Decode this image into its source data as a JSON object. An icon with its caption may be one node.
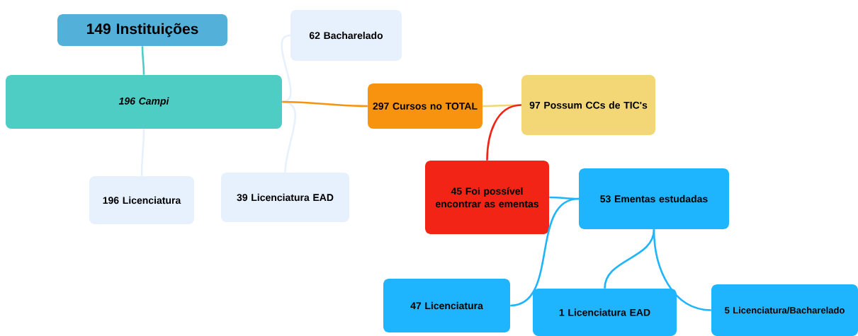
{
  "diagram": {
    "nodes": [
      {
        "text": [
          "149 Instituições"
        ]
      },
      {
        "text": [
          "196 Campi"
        ]
      },
      {
        "text": [
          "62 Bacharelado"
        ]
      },
      {
        "text": [
          "196 Licenciatura"
        ]
      },
      {
        "text": [
          "39 Licenciatura EAD"
        ]
      },
      {
        "text": [
          "297 Cursos no TOTAL"
        ]
      },
      {
        "text": [
          "97 Possum CCs de TIC's"
        ]
      },
      {
        "text": [
          "45 Foi possível encontrar as ementas"
        ]
      },
      {
        "text": [
          "53 Ementas estudadas"
        ]
      },
      {
        "text": [
          "47 Licenciatura"
        ]
      },
      {
        "text": [
          "1 Licenciatura EAD"
        ]
      },
      {
        "text": [
          "5 Licenciatura/Bacharelado"
        ]
      }
    ],
    "edges": [
      {
        "from": 0,
        "to": 1,
        "arrow": "none",
        "color": "#4ecdc4"
      },
      {
        "from": 1,
        "to": 2,
        "arrow": "none",
        "color": "#e6f1fd"
      },
      {
        "from": 1,
        "to": 3,
        "arrow": "none",
        "color": "#e6f1fd"
      },
      {
        "from": 1,
        "to": 4,
        "arrow": "none",
        "color": "#e6f1fd"
      },
      {
        "from": 1,
        "to": 5,
        "arrow": "none",
        "color": "#f7930e"
      },
      {
        "from": 5,
        "to": 6,
        "arrow": "none",
        "color": "#f3d675"
      },
      {
        "from": 6,
        "to": 7,
        "arrow": "none",
        "color": "#f12415"
      },
      {
        "from": 7,
        "to": 8,
        "arrow": "none",
        "color": "#1fb5fe"
      },
      {
        "from": 8,
        "to": 9,
        "arrow": "none",
        "color": "#1fb5fe"
      },
      {
        "from": 8,
        "to": 10,
        "arrow": "none",
        "color": "#1fb5fe"
      },
      {
        "from": 8,
        "to": 11,
        "arrow": "none",
        "color": "#1fb5fe"
      }
    ]
  }
}
